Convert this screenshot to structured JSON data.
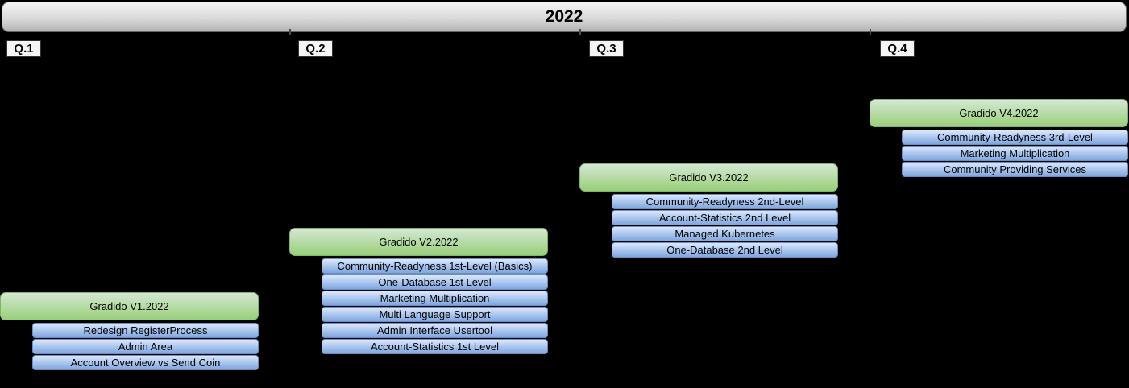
{
  "title": "2022",
  "colors": {
    "background": "#000000",
    "year_bar_fill": "#f5f5f5",
    "year_bar_gradient": "#b3b3b3",
    "year_bar_border": "#666666",
    "release_fill": "#d5e8d4",
    "release_gradient": "#97d077",
    "release_border": "#82b366",
    "item_fill": "#dae8fc",
    "item_gradient": "#7ea6e0",
    "item_border": "#6c8ebf",
    "quarter_label_fill": "#f5f5f5",
    "text": "#000000"
  },
  "quarters": [
    {
      "label": "Q.1",
      "release": "Gradido V1.2022",
      "items": [
        "Redesign RegisterProcess",
        "Admin Area",
        "Account Overview vs Send Coin"
      ]
    },
    {
      "label": "Q.2",
      "release": "Gradido V2.2022",
      "items": [
        "Community-Readyness 1st-Level (Basics)",
        "One-Database 1st Level",
        "Marketing Multiplication",
        "Multi Language Support",
        "Admin Interface Usertool",
        "Account-Statistics 1st Level"
      ]
    },
    {
      "label": "Q.3",
      "release": "Gradido V3.2022",
      "items": [
        "Community-Readyness 2nd-Level",
        "Account-Statistics 2nd Level",
        "Managed Kubernetes",
        "One-Database 2nd Level"
      ]
    },
    {
      "label": "Q.4",
      "release": "Gradido V4.2022",
      "items": [
        "Community-Readyness 3rd-Level",
        "Marketing Multiplication",
        "Community Providing Services"
      ]
    }
  ]
}
